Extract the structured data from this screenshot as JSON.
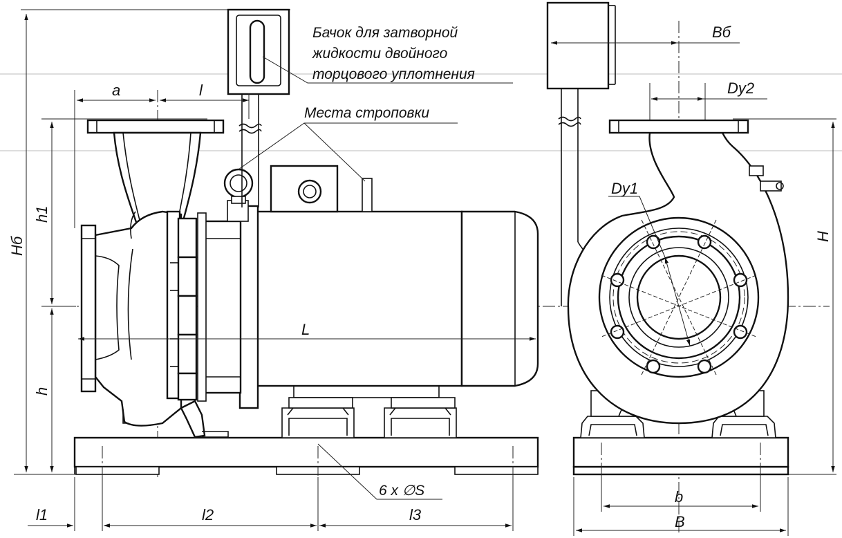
{
  "notes": {
    "tank": [
      "Бачок для затворной",
      "жидкости двойного",
      "торцового уплотнения"
    ],
    "slinging": "Места строповки",
    "bolts": "6 x ∅S"
  },
  "dims": {
    "a": "a",
    "l": "l",
    "h1": "h1",
    "H_b": "Hб",
    "h": "h",
    "L": "L",
    "l1": "l1",
    "l2": "l2",
    "l3": "l3",
    "B_b": "Bб",
    "Dy2": "Dy2",
    "Dy1": "Dy1",
    "H": "H",
    "b": "b",
    "B": "B"
  }
}
